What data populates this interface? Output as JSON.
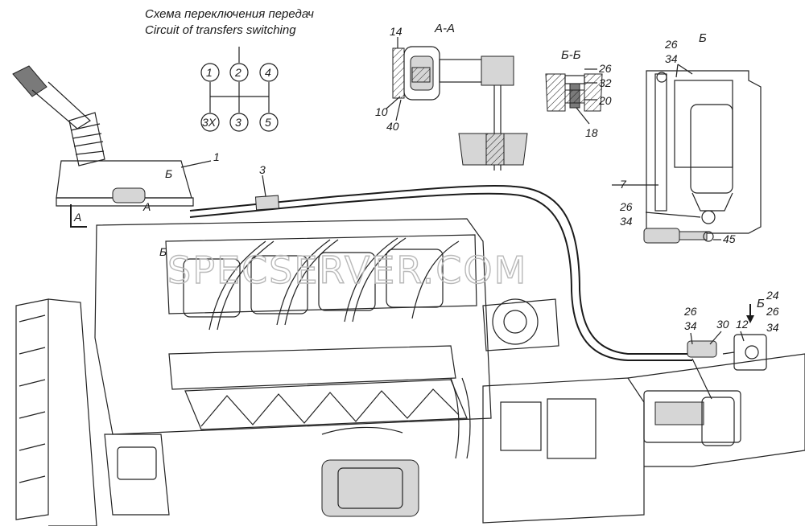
{
  "scheme": {
    "title_ru": "Схема переключения передач",
    "title_en": "Circuit of transfers switching",
    "gears_top": [
      "1",
      "2",
      "4"
    ],
    "gears_bottom": [
      "3X",
      "3",
      "5"
    ]
  },
  "sections": {
    "aa": "А-А",
    "bb": "Б-Б",
    "b": "Б",
    "b_arrow": "Б"
  },
  "callouts": {
    "c1": "1",
    "c3": "3",
    "c7": "7",
    "c14": "14",
    "c10": "10",
    "c40": "40",
    "bb26": "26",
    "bb32": "32",
    "bb20": "20",
    "bb18": "18",
    "b26a": "26",
    "b34a": "34",
    "b26b": "26",
    "b34b": "34",
    "c45": "45",
    "low26a": "26",
    "low34a": "34",
    "c30": "30",
    "c12": "12",
    "c24": "24",
    "low26b": "26",
    "low34b": "34",
    "view_a1": "А",
    "view_a2": "А",
    "view_b1": "Б",
    "view_b2": "Б"
  },
  "watermark": "SPECSERVER.COM"
}
